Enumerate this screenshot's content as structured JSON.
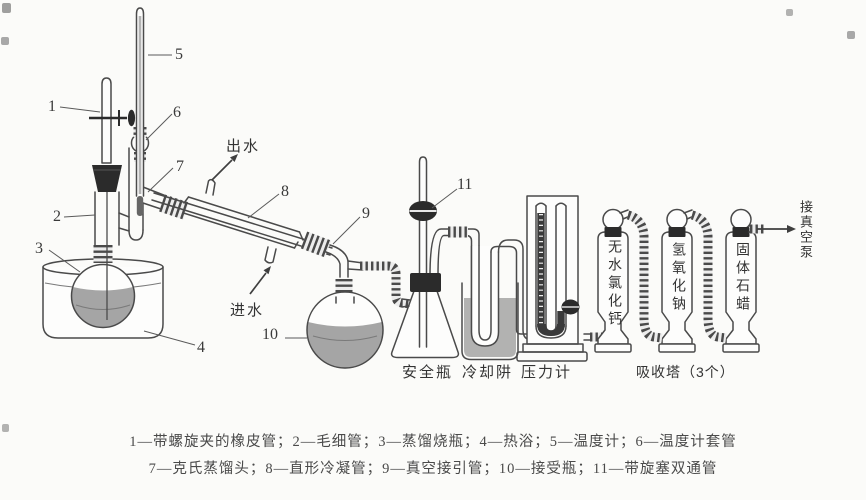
{
  "colors": {
    "ink": "#4a4a4a",
    "dark": "#2b2b2b",
    "liquid_gray": "#a5a5a5",
    "background": "#fbfbf9"
  },
  "part_numbers": [
    "1",
    "2",
    "3",
    "4",
    "5",
    "6",
    "7",
    "8",
    "9",
    "10",
    "11"
  ],
  "flow_labels": {
    "water_out": "出水",
    "water_in": "进水",
    "to_vacuum_pump": "接真空泵"
  },
  "equipment_labels": {
    "safety_bottle": "安全瓶",
    "cold_trap": "冷却阱",
    "pressure_gauge": "压力计",
    "absorption_towers": "吸收塔（3个）"
  },
  "tower_contents": [
    "无水氯化钙",
    "氢氧化钠",
    "固体石蜡"
  ],
  "caption": {
    "line1": "1—带螺旋夹的橡皮管；2—毛细管；3—蒸馏烧瓶；4—热浴；5—温度计；6—温度计套管",
    "line2": "7—克氏蒸馏头；8—直形冷凝管；9—真空接引管；10—接受瓶；11—带旋塞双通管"
  }
}
